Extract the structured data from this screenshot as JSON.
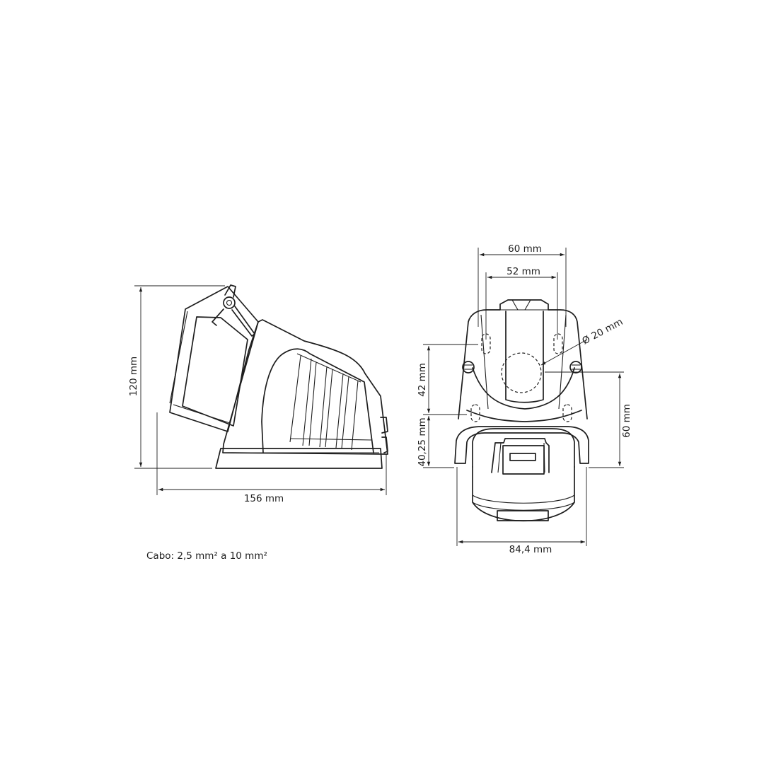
{
  "dimensions": {
    "side_height": "120 mm",
    "side_length": "156 mm",
    "front_outer_width": "60 mm",
    "front_inner_width": "52 mm",
    "hole_diameter": "Ø 20 mm",
    "front_upper_height": "42 mm",
    "front_lower_height": "40,25 mm",
    "front_right_height": "60 mm",
    "front_base_width": "84,4 mm"
  },
  "note": "Cabo: 2,5 mm² a 10 mm²",
  "colors": {
    "line": "#1e1e1e",
    "background": "#ffffff"
  }
}
